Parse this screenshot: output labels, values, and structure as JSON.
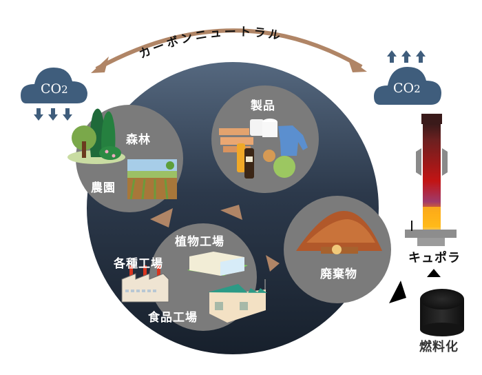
{
  "title": "カーボンニュートラル",
  "colors": {
    "arc": "#b08566",
    "cloud": "#3f5d7c",
    "big_circle_top": "#51647e",
    "big_circle_bottom": "#18212d",
    "node_circle": "#7b7b7b",
    "inner_arrow": "#b08566",
    "black_arrow": "#000000"
  },
  "co2_left": {
    "label": "CO",
    "sub": "2",
    "direction": "down"
  },
  "co2_right": {
    "label": "CO",
    "sub": "2",
    "direction": "up"
  },
  "nodes": {
    "forest": "森林",
    "farm": "農園",
    "products": "製品",
    "plant_factory": "植物工場",
    "various_factories": "各種工場",
    "food_factory": "食品工場",
    "waste": "廃棄物"
  },
  "right_side": {
    "cupola": "キュポラ",
    "fuelization": "燃料化"
  },
  "icons": {
    "forest": "tree-icon",
    "farm": "farm-field-icon",
    "products": "products-icon",
    "plant_factory": "warehouse-icon",
    "various_factories": "factory-icon",
    "food_factory": "food-factory-icon",
    "waste": "wood-chip-pile-icon",
    "cupola": "cupola-furnace-icon",
    "fuel": "fuel-briquette-icon"
  }
}
